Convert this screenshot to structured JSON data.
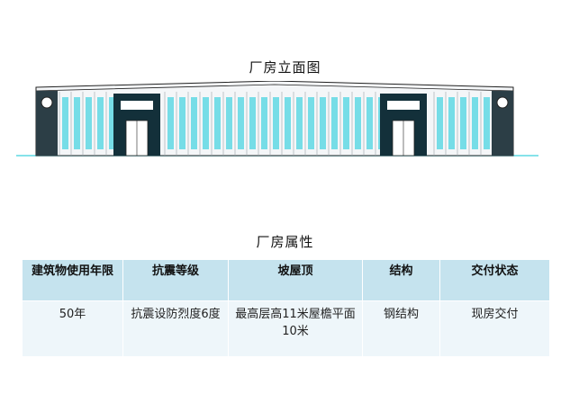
{
  "elevation": {
    "title": "厂房立面图"
  },
  "properties": {
    "title": "厂房属性",
    "headers": [
      "建筑物使用年限",
      "抗震等级",
      "坡屋顶",
      "结构",
      "交付状态"
    ],
    "values": [
      "50年",
      "抗震设防烈度6度",
      "最高层高11米屋檐平面10米",
      "钢结构",
      "现房交付"
    ]
  },
  "colors": {
    "header_bg": "#c5e3ee",
    "cell_bg": "#eef6fa",
    "window": "#5fd8e4",
    "door_panel": "#13303a"
  }
}
